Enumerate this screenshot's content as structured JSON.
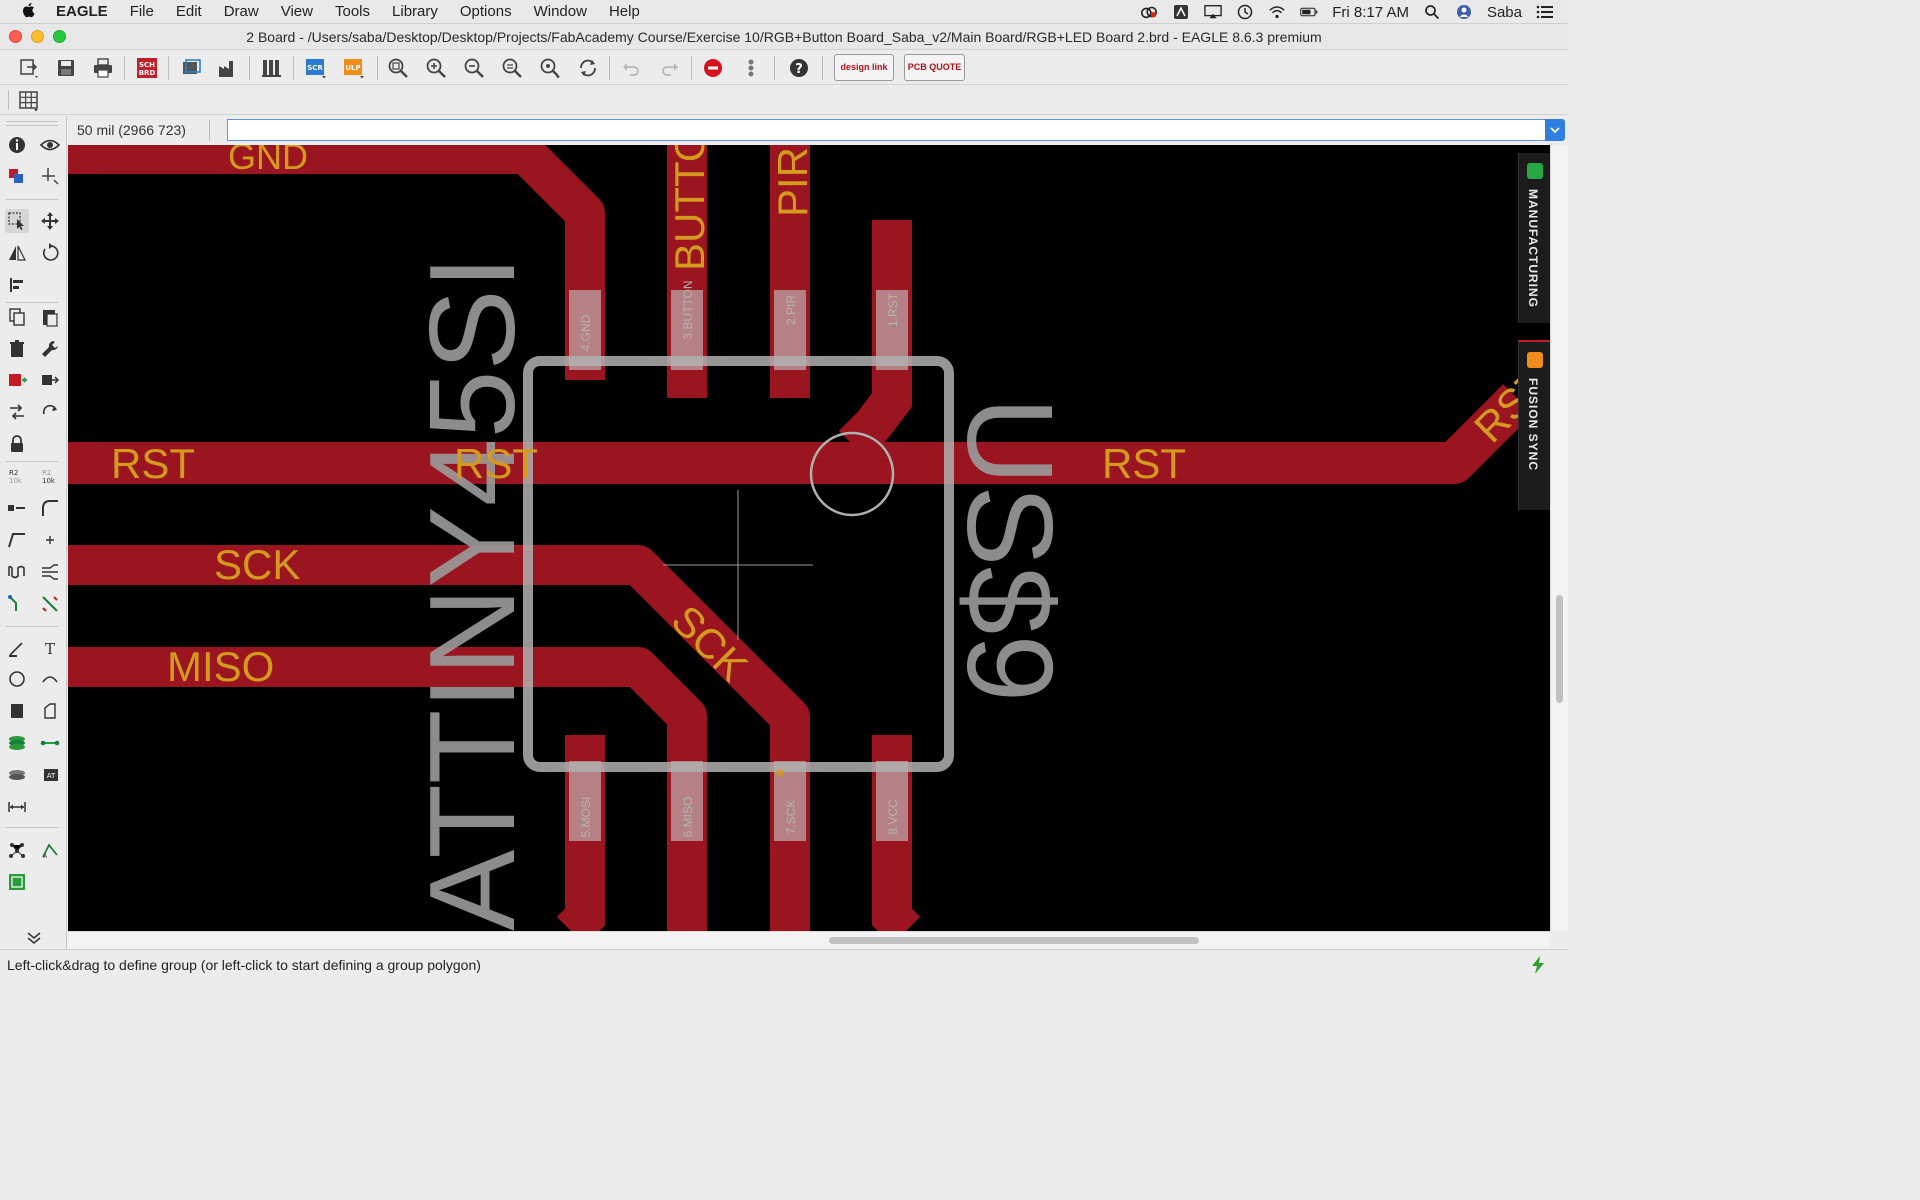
{
  "menubar": {
    "app_name": "EAGLE",
    "items": [
      "File",
      "Edit",
      "Draw",
      "View",
      "Tools",
      "Library",
      "Options",
      "Window",
      "Help"
    ],
    "clock": "Fri 8:17 AM",
    "user": "Saba"
  },
  "window": {
    "title": "2 Board - /Users/saba/Desktop/Desktop/Projects/FabAcademy Course/Exercise 10/RGB+Button Board_Saba_v2/Main Board/RGB+LED Board 2.brd - EAGLE 8.6.3 premium"
  },
  "toolbar": {
    "sch_brd_label": "SCH\nBRD",
    "scr_label": "SCR",
    "ulp_label": "ULP",
    "designlink_label": "design link",
    "pcb_quote_label": "PCB QUOTE"
  },
  "command_line": {
    "coordinate": "50 mil (2966 723)",
    "value": ""
  },
  "board": {
    "net_labels": {
      "gnd": "GND",
      "button": "BUTTON",
      "pir": "PIR",
      "rst_left": "RST",
      "rst_mid": "RST",
      "rst_right": "RST",
      "rst_edge": "RST",
      "sck": "SCK",
      "sck_diag": "SCK",
      "miso": "MISO"
    },
    "pad_labels": {
      "p4": "4.GND",
      "p3": "3.BUTTON",
      "p2": "2.PIR",
      "p1": "1.RST",
      "p5": "5.MOSI",
      "p6": "6.MISO",
      "p7": "7.SCK",
      "p8": "8.VCC"
    },
    "part_value": "ATTINY45SI",
    "part_name": "US$9"
  },
  "side_tabs": {
    "manufacturing": "MANUFACTURING",
    "fusion_sync": "FUSION SYNC"
  },
  "status": {
    "message": "Left-click&drag to define group (or left-click to start defining a group polygon)"
  },
  "colors": {
    "trace": "#9a1520",
    "net_label": "#d49a1e",
    "silkscreen": "#9b9b9b",
    "background": "#000000",
    "accent": "#2f7fe0"
  }
}
